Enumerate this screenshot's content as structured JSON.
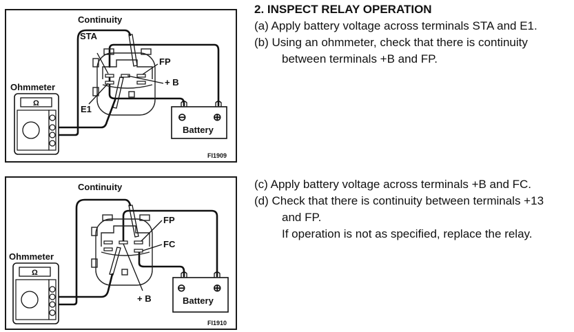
{
  "section": {
    "heading": "2. INSPECT RELAY OPERATION",
    "steps_a_b": [
      "(a) Apply battery voltage across terminals STA and E1.",
      "(b) Using an ohmmeter, check that there is continuity",
      "between terminals +B and FP."
    ],
    "steps_c_d": [
      "(c) Apply battery voltage across terminals +B and FC.",
      "(d) Check that there is continuity between terminals +13",
      "and FP.",
      "If operation is not as specified, replace the relay."
    ]
  },
  "figure1": {
    "continuity_label": "Continuity",
    "terminal_labels": {
      "sta": "STA",
      "fp": "FP",
      "plus_b": "+ B",
      "e1": "E1"
    },
    "ohmmeter_label": "Ohmmeter",
    "ohm_symbol": "Ω",
    "battery_label": "Battery",
    "battery_minus": "⊖",
    "battery_plus": "⊕",
    "figure_id": "FI1909"
  },
  "figure2": {
    "continuity_label": "Continuity",
    "terminal_labels": {
      "fp": "FP",
      "fc": "FC",
      "plus_b": "+ B"
    },
    "ohmmeter_label": "Ohmmeter",
    "ohm_symbol": "Ω",
    "battery_label": "Battery",
    "battery_minus": "⊖",
    "battery_plus": "⊕",
    "figure_id": "FI1910"
  }
}
